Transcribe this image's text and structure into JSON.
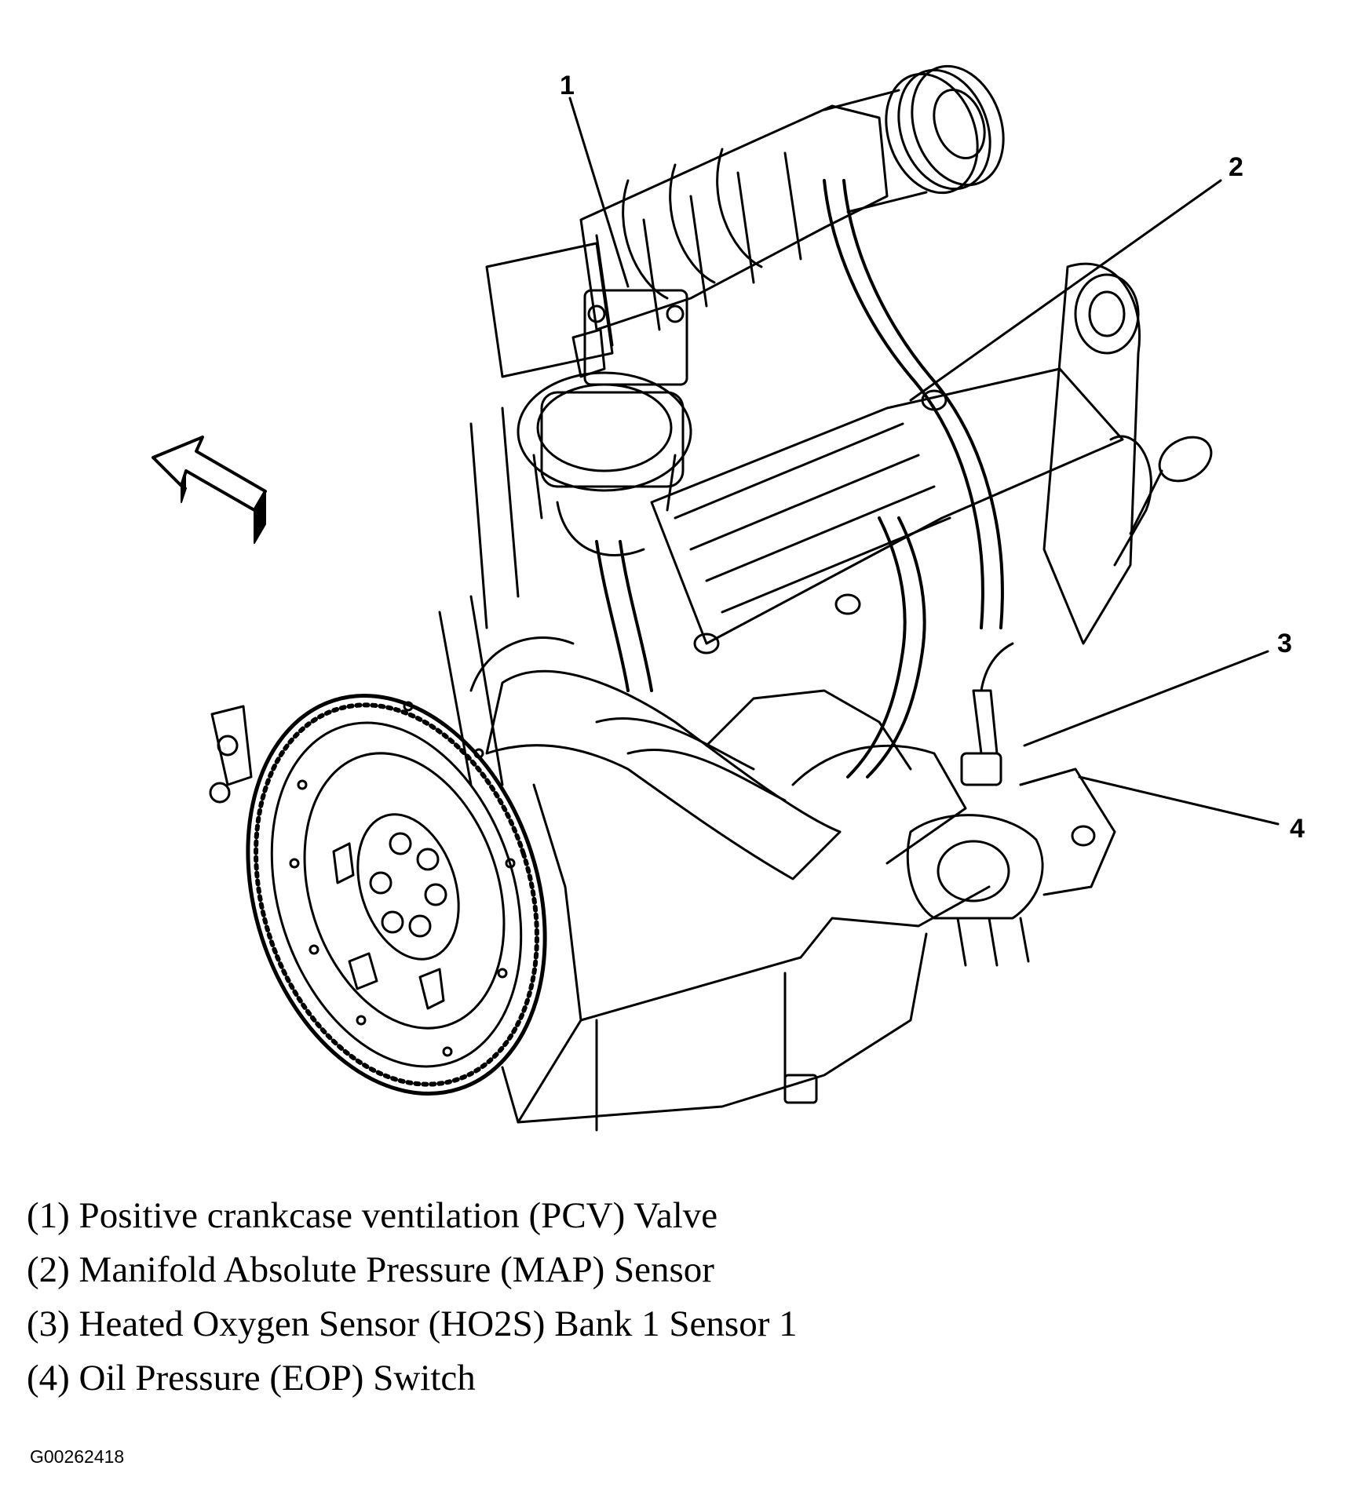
{
  "callouts": {
    "c1": "1",
    "c2": "2",
    "c3": "3",
    "c4": "4"
  },
  "legend": [
    "(1) Positive crankcase ventilation (PCV) Valve",
    "(2) Manifold Absolute Pressure (MAP) Sensor",
    "(3) Heated Oxygen Sensor (HO2S) Bank 1 Sensor 1",
    "(4) Oil Pressure (EOP) Switch"
  ],
  "figure_id": "G00262418"
}
